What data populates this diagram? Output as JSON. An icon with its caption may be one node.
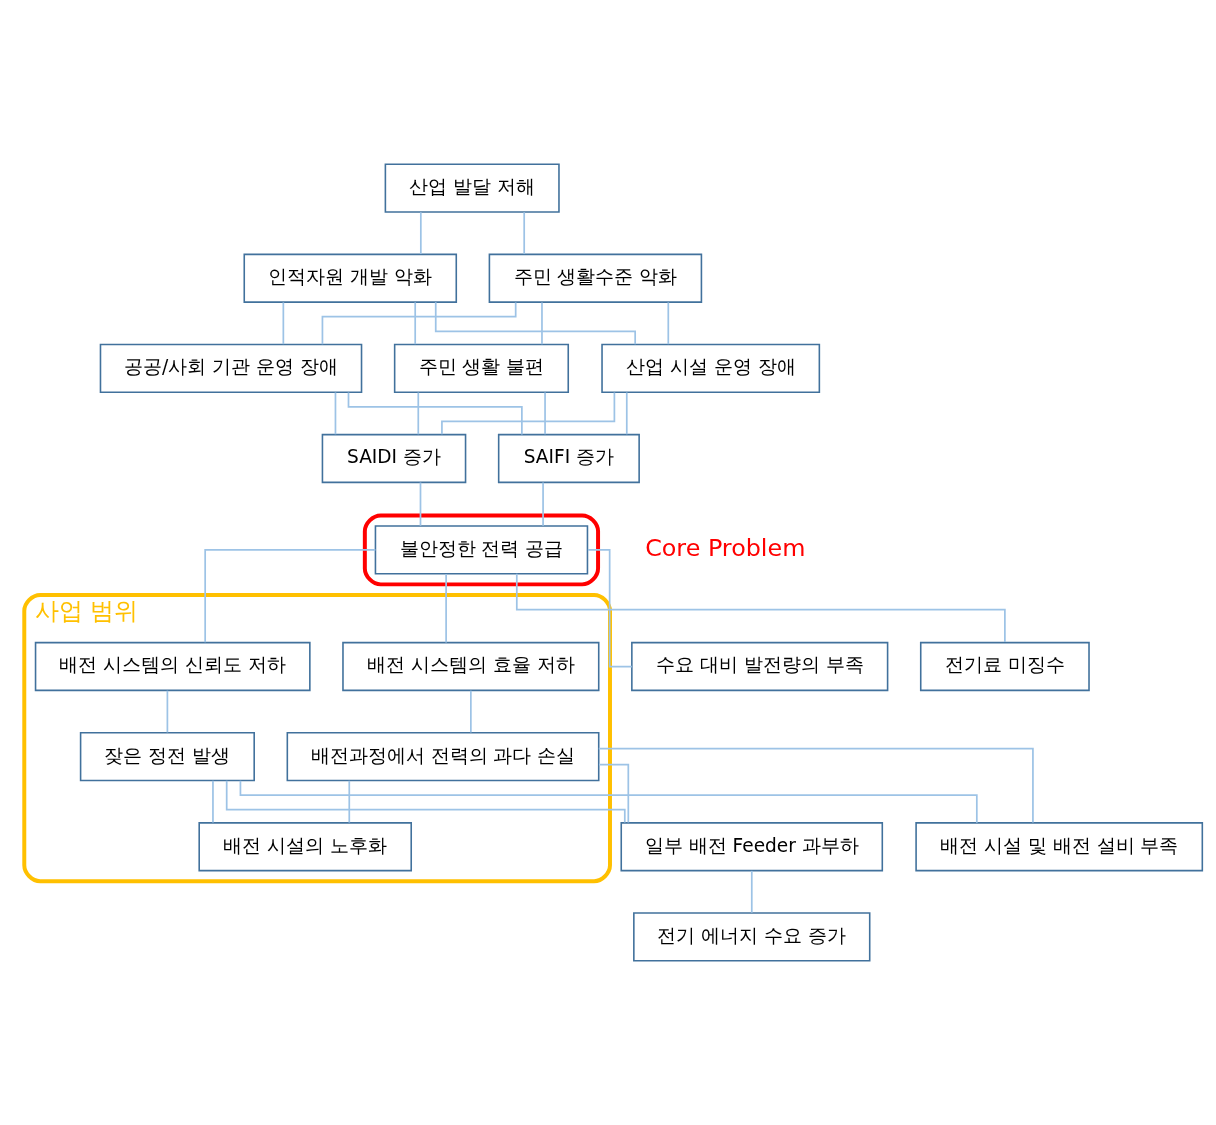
{
  "diagram": {
    "nodes": [
      {
        "text": [
          "산업 발달 저해"
        ]
      },
      {
        "text": [
          "인적자원 개발 악화"
        ]
      },
      {
        "text": [
          "주민 생활수준 악화"
        ]
      },
      {
        "text": [
          "공공/사회 기관 운영 장애"
        ]
      },
      {
        "text": [
          "주민 생활 불편"
        ]
      },
      {
        "text": [
          "산업 시설 운영 장애"
        ]
      },
      {
        "text": [
          "SAIDI 증가"
        ]
      },
      {
        "text": [
          "SAIFI 증가"
        ]
      },
      {
        "text": [],
        "shape": "box"
      },
      {
        "text": [
          "불안정한 전력 공급"
        ],
        "beside": [
          "Core Problem"
        ],
        "in": 8
      },
      {
        "text": [
          "사업 범위"
        ]
      },
      {
        "text": [
          "배전 시스템의 효율 저하"
        ],
        "in": 10
      },
      {
        "text": [
          "배전 시스템의 신뢰도 저하"
        ],
        "in": 10
      },
      {
        "text": [
          "수요 대비 발전량의 부족"
        ]
      },
      {
        "text": [
          "전기료 미징수"
        ]
      },
      {
        "text": [
          "배전과정에서 전력의 과다 손실"
        ],
        "in": 10
      },
      {
        "text": [
          "잦은 정전 발생"
        ],
        "in": 10
      },
      {
        "text": [
          "일부 배전 Feeder 과부하"
        ]
      },
      {
        "text": [
          "배전 시설의 노후화"
        ],
        "in": 10
      },
      {
        "text": [
          "배전 시설 및 배전 설비 부족"
        ]
      },
      {
        "text": [
          "전기 에너지 수요 증가"
        ]
      }
    ],
    "edges": [
      {
        "from": 0,
        "to": 1,
        "arrow": "none"
      },
      {
        "from": 0,
        "to": 2,
        "arrow": "none"
      },
      {
        "from": 1,
        "to": 3,
        "arrow": "none"
      },
      {
        "from": 1,
        "to": 4,
        "arrow": "none"
      },
      {
        "from": 1,
        "to": 5,
        "arrow": "none"
      },
      {
        "from": 2,
        "to": 3,
        "arrow": "none"
      },
      {
        "from": 2,
        "to": 4,
        "arrow": "none"
      },
      {
        "from": 2,
        "to": 5,
        "arrow": "none"
      },
      {
        "from": 3,
        "to": 6,
        "arrow": "none"
      },
      {
        "from": 3,
        "to": 7,
        "arrow": "none"
      },
      {
        "from": 4,
        "to": 6,
        "arrow": "none"
      },
      {
        "from": 4,
        "to": 7,
        "arrow": "none"
      },
      {
        "from": 5,
        "to": 6,
        "arrow": "none"
      },
      {
        "from": 5,
        "to": 7,
        "arrow": "none"
      },
      {
        "from": 6,
        "to": 9,
        "arrow": "none"
      },
      {
        "from": 7,
        "to": 9,
        "arrow": "none"
      },
      {
        "from": 9,
        "to": 11,
        "arrow": "none"
      },
      {
        "from": 9,
        "to": 12,
        "arrow": "none"
      },
      {
        "from": 9,
        "to": 13,
        "arrow": "none"
      },
      {
        "from": 9,
        "to": 14,
        "arrow": "none"
      },
      {
        "from": 11,
        "to": 15,
        "arrow": "none"
      },
      {
        "from": 12,
        "to": 16,
        "arrow": "none"
      },
      {
        "from": 15,
        "to": 17,
        "arrow": "none"
      },
      {
        "from": 15,
        "to": 18,
        "arrow": "none"
      },
      {
        "from": 15,
        "to": 19,
        "arrow": "none"
      },
      {
        "from": 16,
        "to": 17,
        "arrow": "none"
      },
      {
        "from": 16,
        "to": 18,
        "arrow": "none"
      },
      {
        "from": 16,
        "to": 19,
        "arrow": "none"
      },
      {
        "from": 17,
        "to": 20,
        "arrow": "none"
      }
    ]
  }
}
